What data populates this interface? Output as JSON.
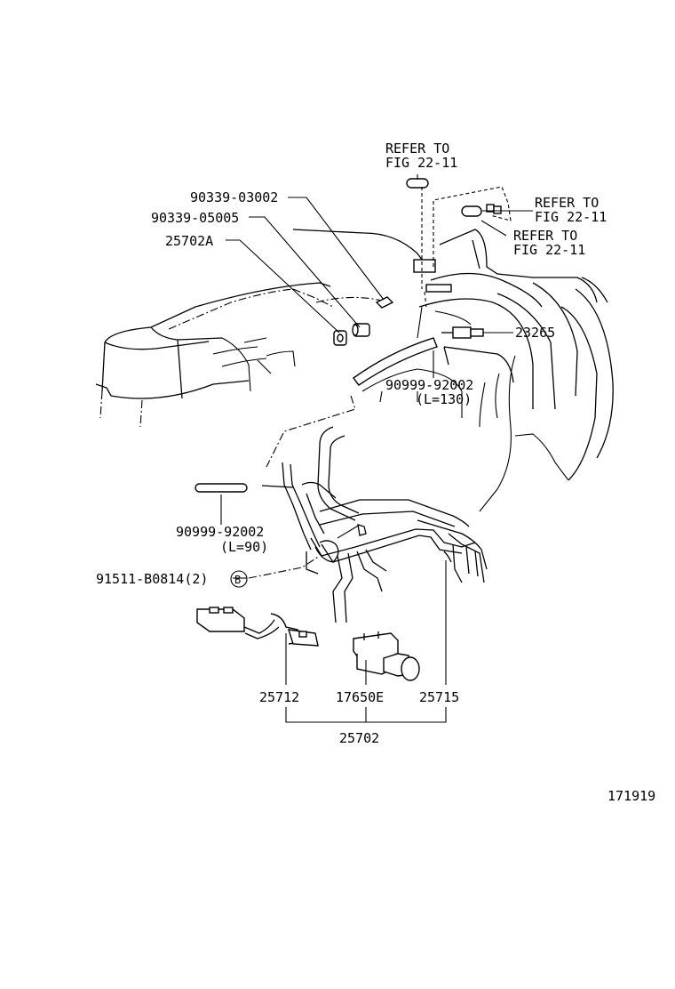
{
  "labels": {
    "refer_top_1": "REFER TO",
    "refer_top_2": "FIG 22-11",
    "refer_right_1": "REFER TO",
    "refer_right_2": "FIG 22-11",
    "refer_mid_1": "REFER TO",
    "refer_mid_2": "FIG 22-11",
    "p_90339_03002": "90339-03002",
    "p_90339_05005": "90339-05005",
    "p_25702A": "25702A",
    "p_23265": "23265",
    "p_90999_92002_a": "90999-92002",
    "p_l130": "(L=130)",
    "p_90999_92002_b": "90999-92002",
    "p_l90": "(L=90)",
    "p_91511": "91511-B0814(2)",
    "callout_b": "B",
    "p_25712": "25712",
    "p_17650E": "17650E",
    "p_25715": "25715",
    "p_25702": "25702",
    "figure_number": "171919"
  }
}
